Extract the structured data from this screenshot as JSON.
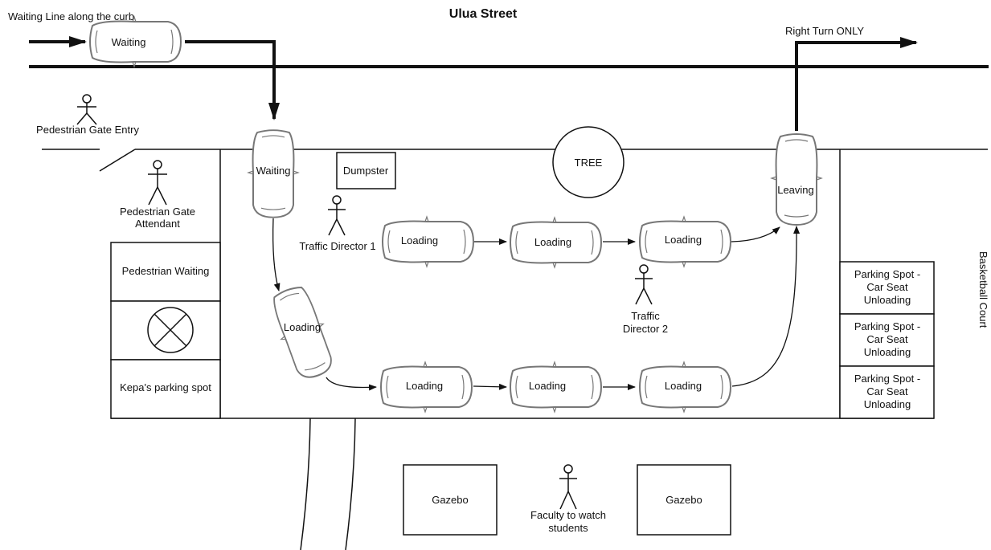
{
  "diagram": {
    "title": "Ulua Street",
    "labels": {
      "waiting_line": "Waiting Line along the curb",
      "right_turn": "Right Turn ONLY",
      "basketball_court": "Basketball Court",
      "tree": "TREE",
      "dumpster": "Dumpster"
    },
    "people": {
      "gate_entry": [
        "Pedestrian Gate Entry"
      ],
      "gate_attendant": [
        "Pedestrian Gate",
        "Attendant"
      ],
      "director1": [
        "Traffic Director 1"
      ],
      "director2": [
        "Traffic",
        "Director 2"
      ],
      "faculty": [
        "Faculty to watch",
        "students"
      ]
    },
    "left_boxes": {
      "pedestrian_waiting": "Pedestrian Waiting",
      "kepa": "Kepa's parking spot"
    },
    "right_boxes": [
      [
        "Parking Spot -",
        "Car Seat",
        "Unloading"
      ],
      [
        "Parking Spot -",
        "Car Seat",
        "Unloading"
      ],
      [
        "Parking Spot -",
        "Car Seat",
        "Unloading"
      ]
    ],
    "gazebos": [
      "Gazebo",
      "Gazebo"
    ],
    "cars": {
      "street_waiting": "Waiting",
      "entry_waiting": "Waiting",
      "leaving": "Leaving",
      "turn_loading": "Loading",
      "top_row": [
        "Loading",
        "Loading",
        "Loading"
      ],
      "bottom_row": [
        "Loading",
        "Loading",
        "Loading"
      ]
    }
  }
}
